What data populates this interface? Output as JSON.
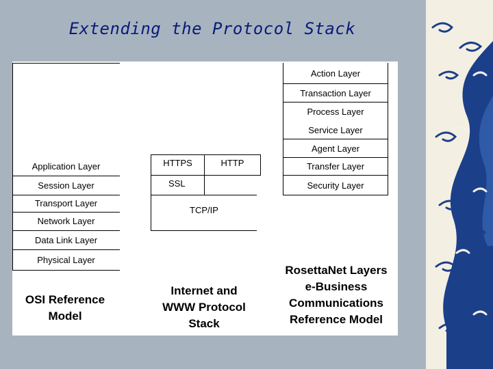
{
  "title": "Extending the Protocol Stack",
  "osi": {
    "layers": [
      "Application Layer",
      "Session Layer",
      "Transport Layer",
      "Network Layer",
      "Data Link Layer",
      "Physical Layer"
    ],
    "caption_line1": "OSI Reference",
    "caption_line2": "Model"
  },
  "internet": {
    "https": "HTTPS",
    "http": "HTTP",
    "ssl": "SSL",
    "tcpip": "TCP/IP",
    "caption_line1": "Internet and",
    "caption_line2": "WWW Protocol",
    "caption_line3": "Stack"
  },
  "rosettanet": {
    "layers": [
      "Action Layer",
      "Transaction Layer",
      "Process Layer",
      "Service Layer",
      "Agent Layer",
      "Transfer Layer",
      "Security Layer"
    ],
    "caption_line1": "RosettaNet Layers",
    "caption_line2": "e-Business",
    "caption_line3": "Communications",
    "caption_line4": "Reference Model"
  },
  "colors": {
    "background": "#a7b4bf",
    "title": "#0a1a78",
    "wave_dark": "#1c3f8a",
    "wave_light": "#f4f1e8"
  }
}
